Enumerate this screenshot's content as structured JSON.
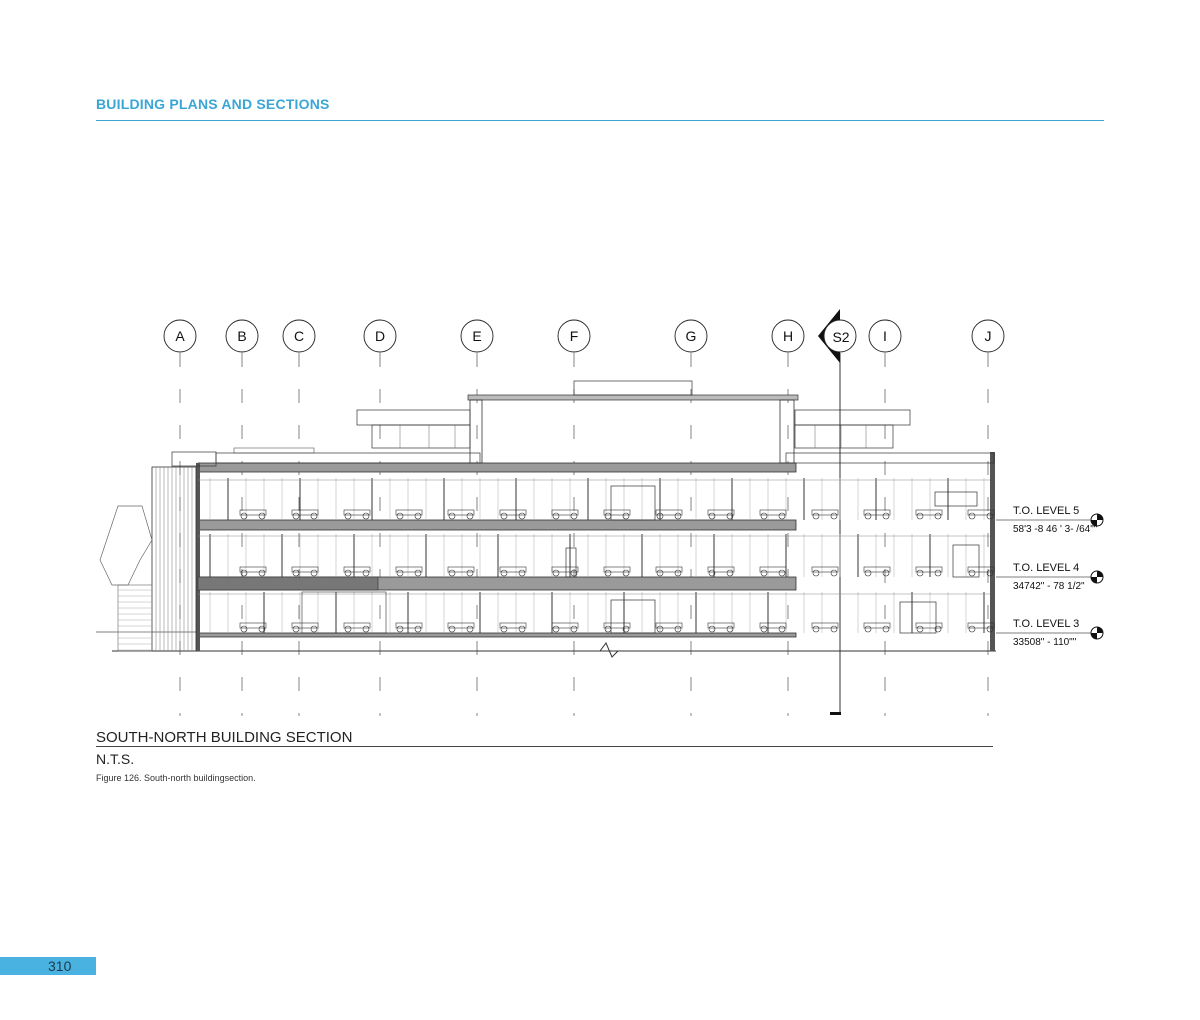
{
  "header": {
    "title": "BUILDING PLANS AND SECTIONS"
  },
  "grid_lines": [
    "A",
    "B",
    "C",
    "D",
    "E",
    "F",
    "G",
    "H",
    "I",
    "J"
  ],
  "section_marker": {
    "label": "S2"
  },
  "levels": [
    {
      "name": "T.O. LEVEL 5",
      "elevation": "58'3 -8 46 ' 3- /64\"\""
    },
    {
      "name": "T.O. LEVEL 4",
      "elevation": "34742\" - 78 1/2\""
    },
    {
      "name": "T.O. LEVEL 3",
      "elevation": "33508\" - 110\"\""
    }
  ],
  "drawing": {
    "title": "SOUTH-NORTH BUILDING SECTION",
    "scale": "N.T.S."
  },
  "caption": "Figure 126. South-north buildingsection.",
  "page_number": "310",
  "colors": {
    "accent": "#3aa6d6",
    "page_tab": "#4ab2e0"
  }
}
